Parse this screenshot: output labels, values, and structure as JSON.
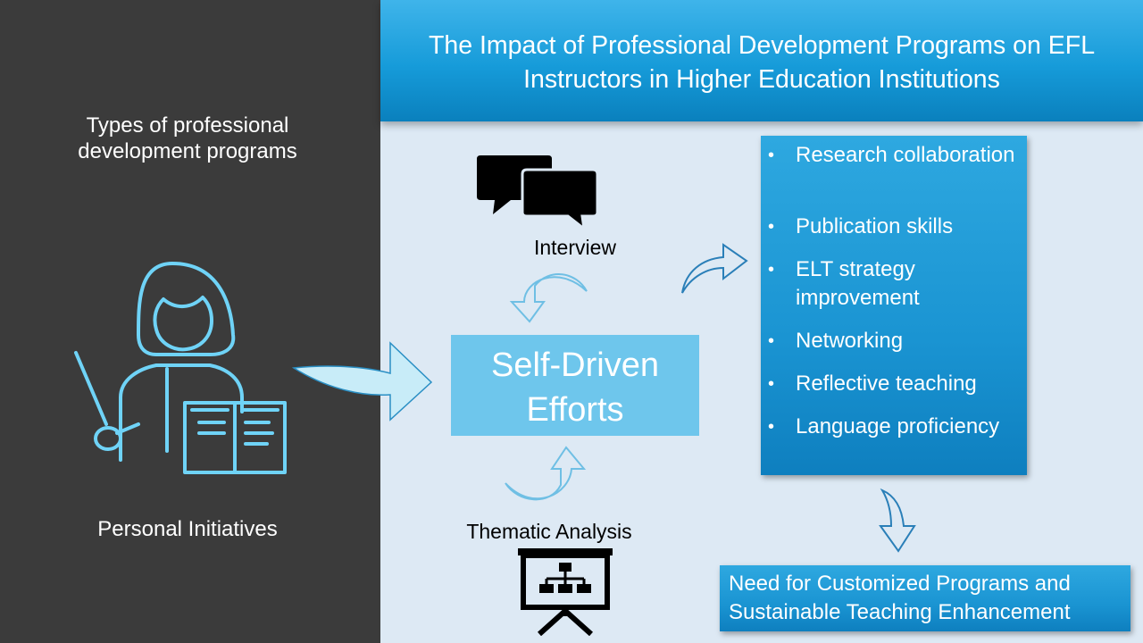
{
  "title": "The Impact of Professional Development Programs on EFL Instructors in Higher Education Institutions",
  "left_panel": {
    "heading": "Types of professional development programs",
    "caption": "Personal Initiatives",
    "icon": "teacher-with-book-icon"
  },
  "core": {
    "label": "Self-Driven Efforts"
  },
  "method": {
    "top_label": "Interview",
    "top_icon": "speech-bubbles-icon",
    "bottom_label": "Thematic Analysis",
    "bottom_icon": "presentation-board-icon"
  },
  "outcomes": [
    "Research collaboration",
    " Publication skills",
    " ELT strategy improvement",
    "Networking",
    "Reflective teaching",
    "Language proficiency"
  ],
  "bullet_char": "•",
  "conclusion": "Need for Customized Programs and Sustainable Teaching Enhancement",
  "colors": {
    "left_panel": "#3b3b3b",
    "background": "#dde9f4",
    "banner": "#169bd9",
    "core_box": "#6ec6ec",
    "outline_icon": "#6fd3f7"
  }
}
